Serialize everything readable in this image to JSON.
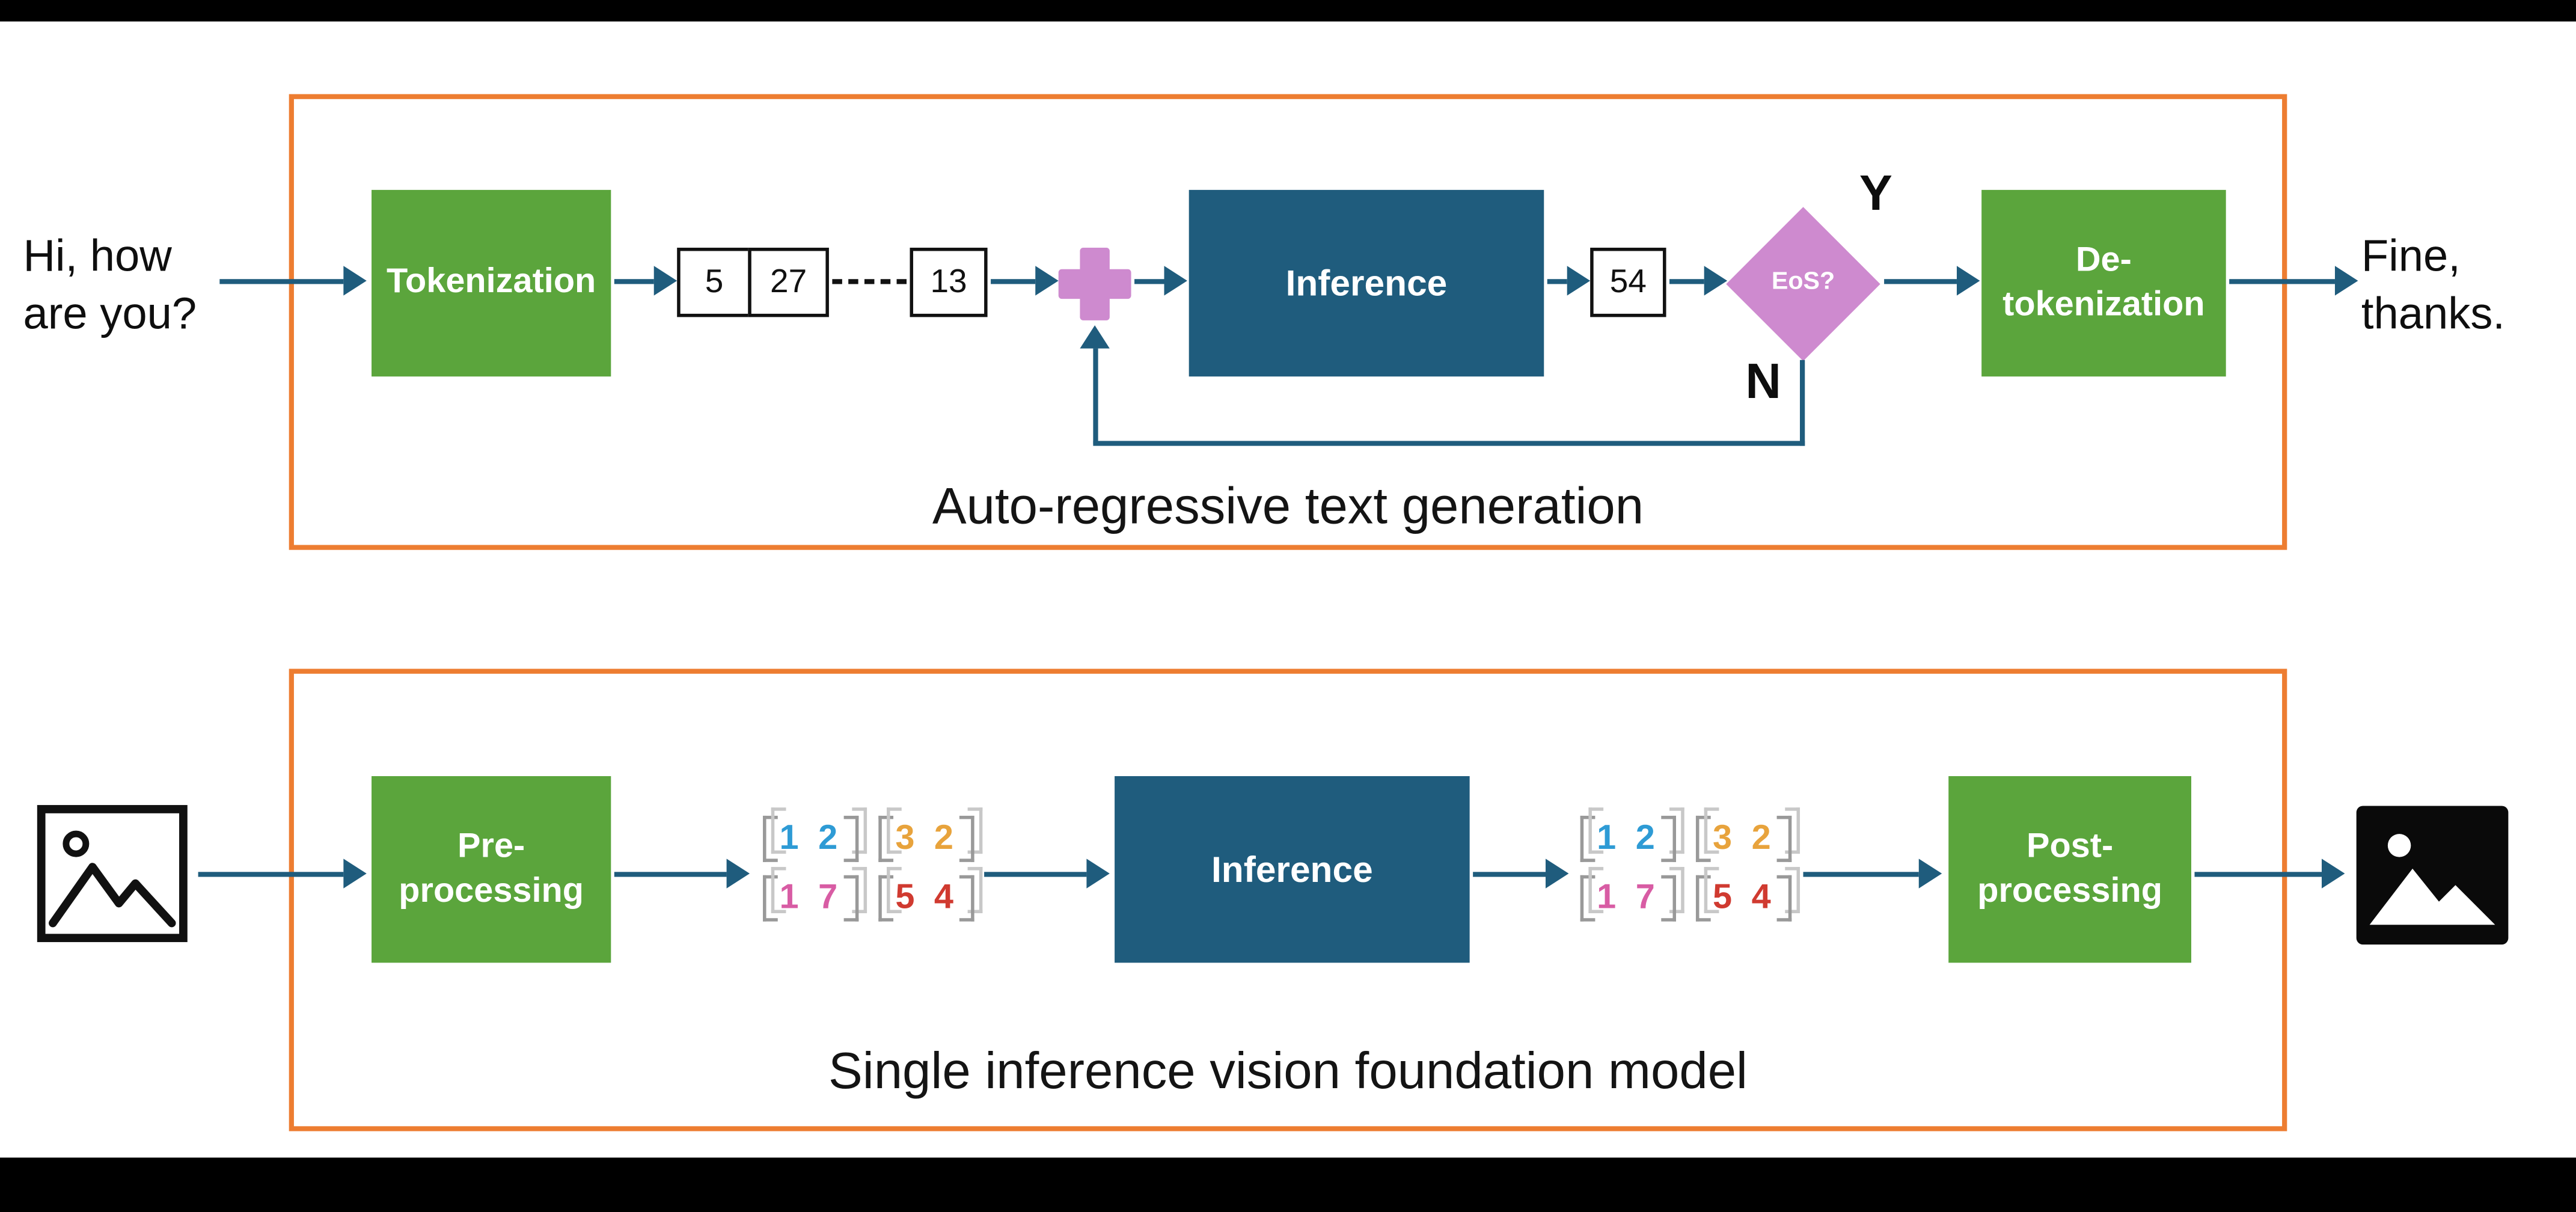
{
  "colors": {
    "green": "#5BA53C",
    "blue": "#1F5C7D",
    "orange": "#ED7D31",
    "arrow": "#1F5C7D",
    "plum": "#CE8ACF",
    "matrix-blue": "#2E9BD5",
    "matrix-pink": "#D85CA4",
    "matrix-orange": "#E8A33C",
    "matrix-red": "#D03A30",
    "bracket": "#999999",
    "bracket-ghost": "#C8C8C8"
  },
  "top_pipeline": {
    "caption": "Auto-regressive text generation",
    "input_text": "Hi, how\nare you?",
    "tokenization": "Tokenization",
    "tokens": [
      "5",
      "27",
      "13"
    ],
    "inference": "Inference",
    "output_token": "54",
    "eos": "EoS?",
    "yes": "Y",
    "no": "N",
    "detokenization": "De-\ntokenization",
    "output_text": "Fine,\nthanks."
  },
  "bottom_pipeline": {
    "caption": "Single inference vision foundation model",
    "preprocessing": "Pre-\nprocessing",
    "inference": "Inference",
    "postprocessing": "Post-\nprocessing",
    "matrix": {
      "top_left": "1 2",
      "top_right": "3 2",
      "bottom_left": "1 7",
      "bottom_right": "5 4"
    }
  }
}
